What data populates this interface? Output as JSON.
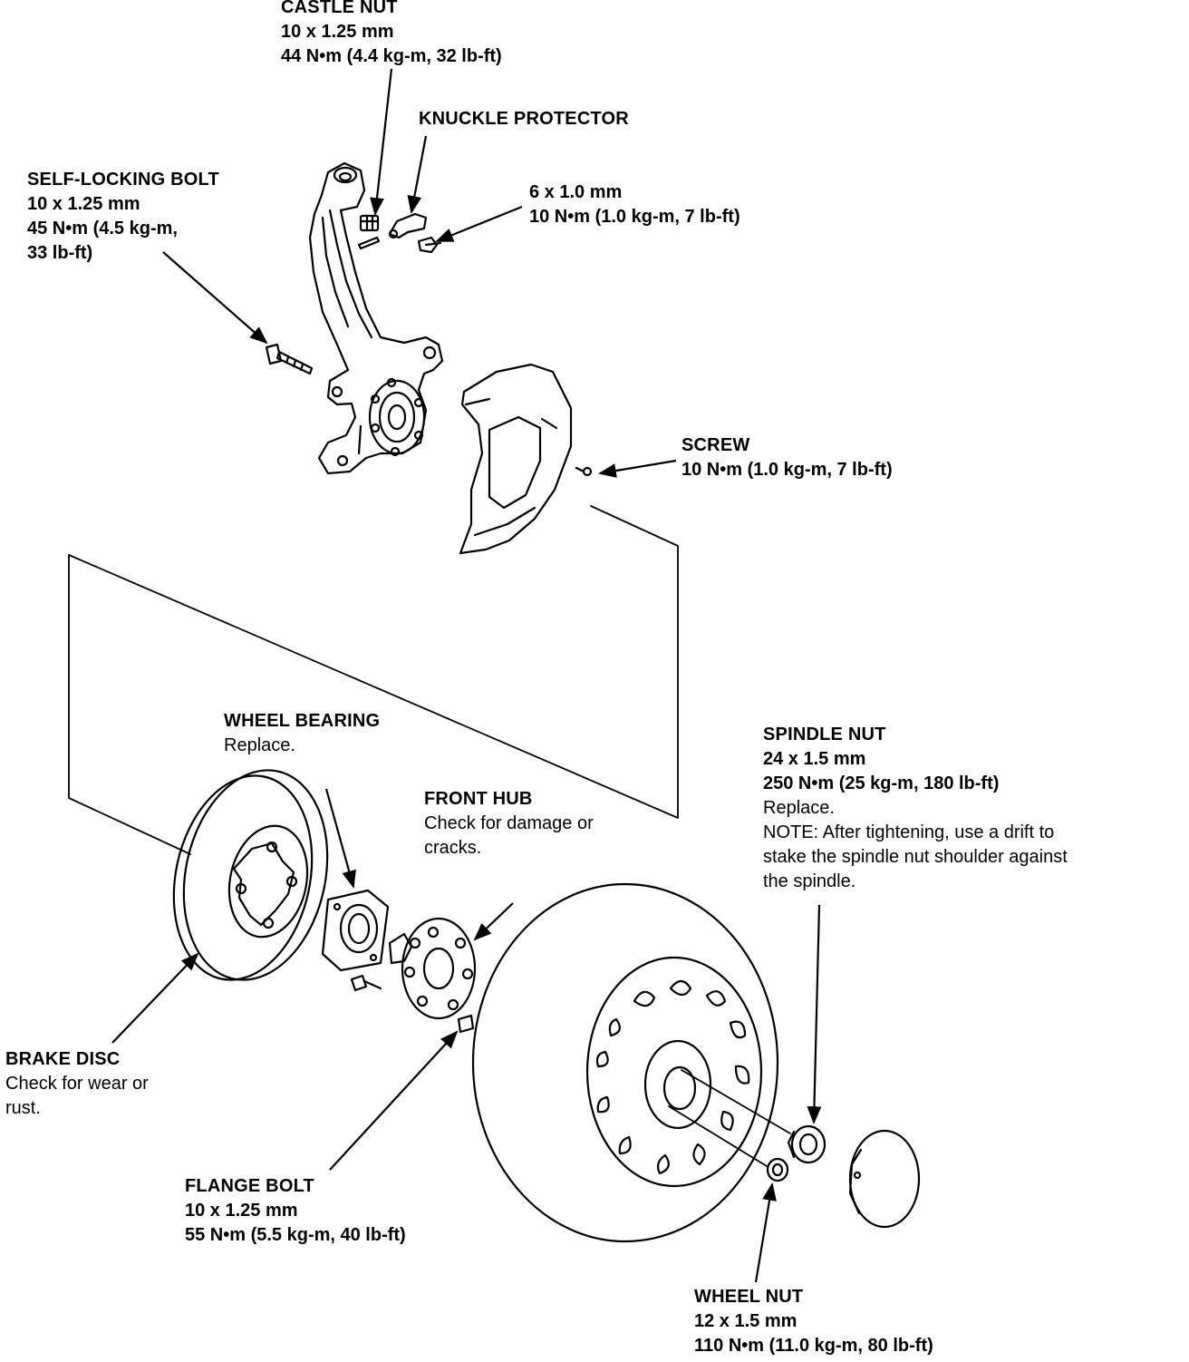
{
  "callouts": {
    "castle_nut": {
      "title": "CASTLE NUT",
      "lines": [
        "10 x 1.25 mm",
        "44 N•m (4.4 kg-m, 32 lb-ft)"
      ]
    },
    "knuckle_protector": {
      "title": "KNUCKLE PROTECTOR"
    },
    "self_locking_bolt": {
      "title": "SELF-LOCKING BOLT",
      "lines": [
        "10 x 1.25 mm",
        "45 N•m (4.5 kg-m,",
        "33 lb-ft)"
      ]
    },
    "protector_bolt": {
      "lines": [
        "6 x 1.0 mm",
        "10 N•m (1.0 kg-m, 7 lb-ft)"
      ]
    },
    "screw": {
      "title": "SCREW",
      "lines": [
        "10 N•m (1.0 kg-m, 7 lb-ft)"
      ]
    },
    "wheel_bearing": {
      "title": "WHEEL BEARING",
      "notes": [
        "Replace."
      ]
    },
    "front_hub": {
      "title": "FRONT HUB",
      "notes": [
        "Check for damage or",
        "cracks."
      ]
    },
    "spindle_nut": {
      "title": "SPINDLE NUT",
      "lines": [
        "24 x 1.5 mm",
        "250 N•m (25 kg-m, 180 lb-ft)"
      ],
      "notes": [
        "Replace.",
        "NOTE:  After tightening, use a drift to",
        "stake the spindle nut shoulder against",
        "the spindle."
      ]
    },
    "brake_disc": {
      "title": "BRAKE DISC",
      "notes": [
        "Check for wear or",
        "rust."
      ]
    },
    "flange_bolt": {
      "title": "FLANGE BOLT",
      "lines": [
        "10 x 1.25 mm",
        "55 N•m (5.5 kg-m, 40 lb-ft)"
      ]
    },
    "wheel_nut": {
      "title": "WHEEL NUT",
      "lines": [
        "12 x 1.5 mm",
        "110 N•m (11.0 kg-m, 80 lb-ft)"
      ]
    }
  }
}
